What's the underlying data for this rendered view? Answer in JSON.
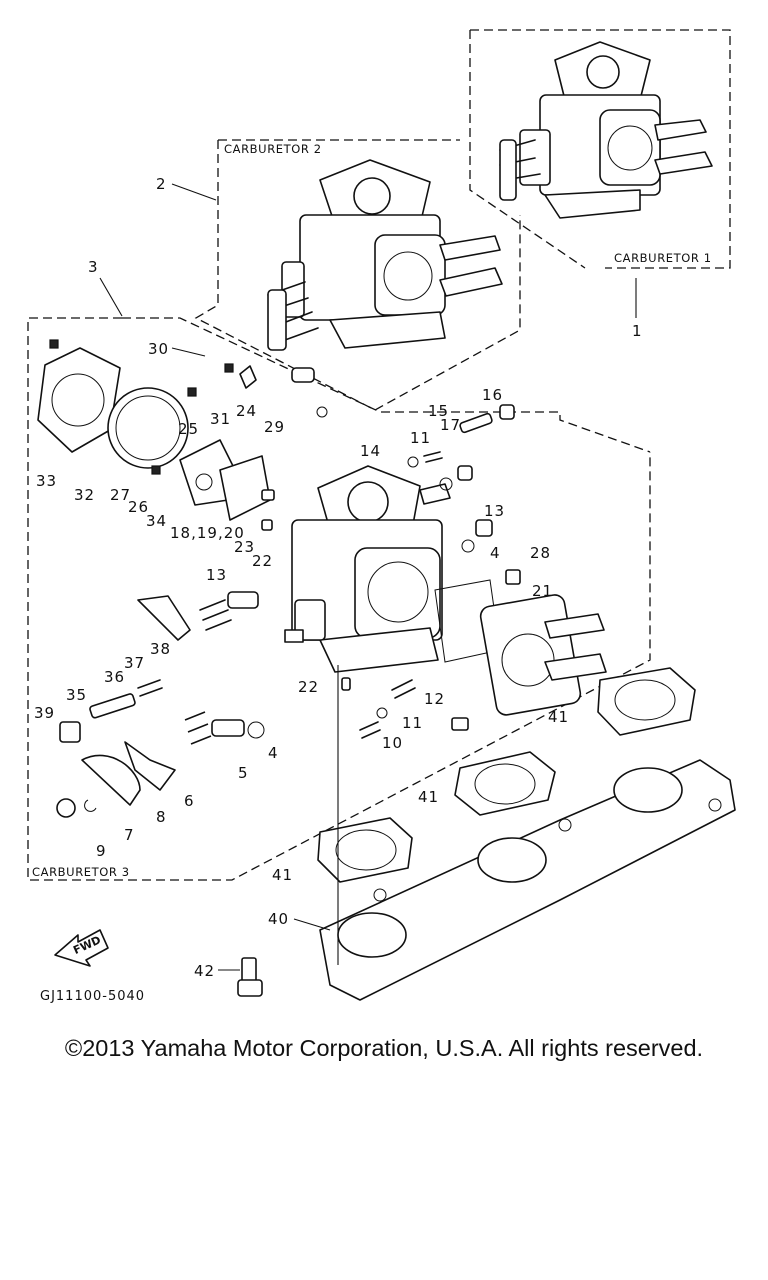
{
  "diagram": {
    "group_labels": {
      "carburetor_1": "CARBURETOR 1",
      "carburetor_2": "CARBURETOR 2",
      "carburetor_3": "CARBURETOR 3"
    },
    "drawing_code": "GJ11100-5040",
    "fwd_label": "FWD",
    "callouts": {
      "c1": "1",
      "c2": "2",
      "c3": "3",
      "c4a": "4",
      "c4b": "4",
      "c5": "5",
      "c6": "6",
      "c7": "7",
      "c8": "8",
      "c9": "9",
      "c10": "10",
      "c11a": "11",
      "c11b": "11",
      "c12": "12",
      "c13a": "13",
      "c13b": "13",
      "c14": "14",
      "c15": "15",
      "c16": "16",
      "c17": "17",
      "c18_20": "18,19,20",
      "c21": "21",
      "c22a": "22",
      "c22b": "22",
      "c23": "23",
      "c24": "24",
      "c25": "25",
      "c26": "26",
      "c27": "27",
      "c28": "28",
      "c29": "29",
      "c30": "30",
      "c31": "31",
      "c32": "32",
      "c33": "33",
      "c35": "35",
      "c34": "34",
      "c36": "36",
      "c37": "37",
      "c38": "38",
      "c39": "39",
      "c40": "40",
      "c41a": "41",
      "c41b": "41",
      "c41c": "41",
      "c42": "42"
    }
  },
  "footer": {
    "copyright": "©2013 Yamaha Motor Corporation, U.S.A. All rights reserved."
  }
}
